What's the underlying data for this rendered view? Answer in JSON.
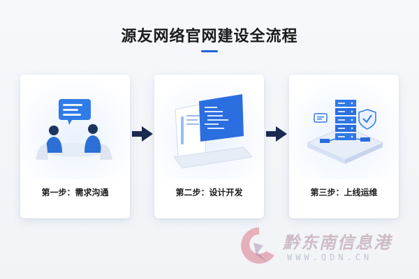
{
  "title": "源友网络官网建设全流程",
  "steps": [
    {
      "label": "第一步：需求沟通",
      "icon": "meeting-icon"
    },
    {
      "label": "第二步：设计开发",
      "icon": "code-editor-icon"
    },
    {
      "label": "第三步：上线运维",
      "icon": "server-icon"
    }
  ],
  "arrow_icon": "arrow-right-icon",
  "watermark": {
    "text": "黔东南信息港",
    "url": "WWW.QDN.CN",
    "logo_icon": "qdn-logo-icon"
  },
  "colors": {
    "accent": "#1e63d6",
    "arrow": "#1b2b4f",
    "card_bg": "#ffffff",
    "page_bg": "#f4f6fa"
  }
}
